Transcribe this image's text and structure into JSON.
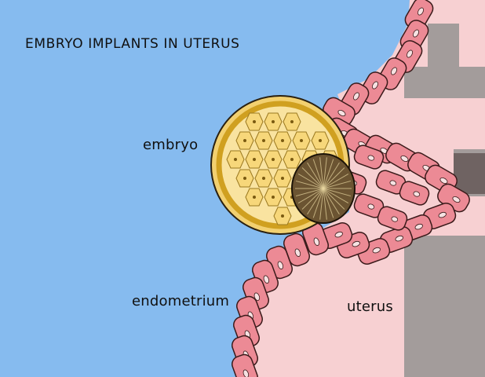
{
  "title": "EMBRYO IMPLANTS IN UTERUS",
  "labels": {
    "embryo": "embryo",
    "endometrium": "endometrium",
    "uterus": "uterus"
  },
  "colors": {
    "background": "#86bbef",
    "uterus_tissue": "#f7d0d2",
    "uterus_shadow": "#a39c9b",
    "cell_fill": "#ec8a95",
    "cell_outline": "#3a1a1a",
    "nucleus": "#f6e2e2",
    "embryo_rim": "#e0b030",
    "embryo_cell": "#f7d77a",
    "inner_mass": "#6b5432"
  }
}
